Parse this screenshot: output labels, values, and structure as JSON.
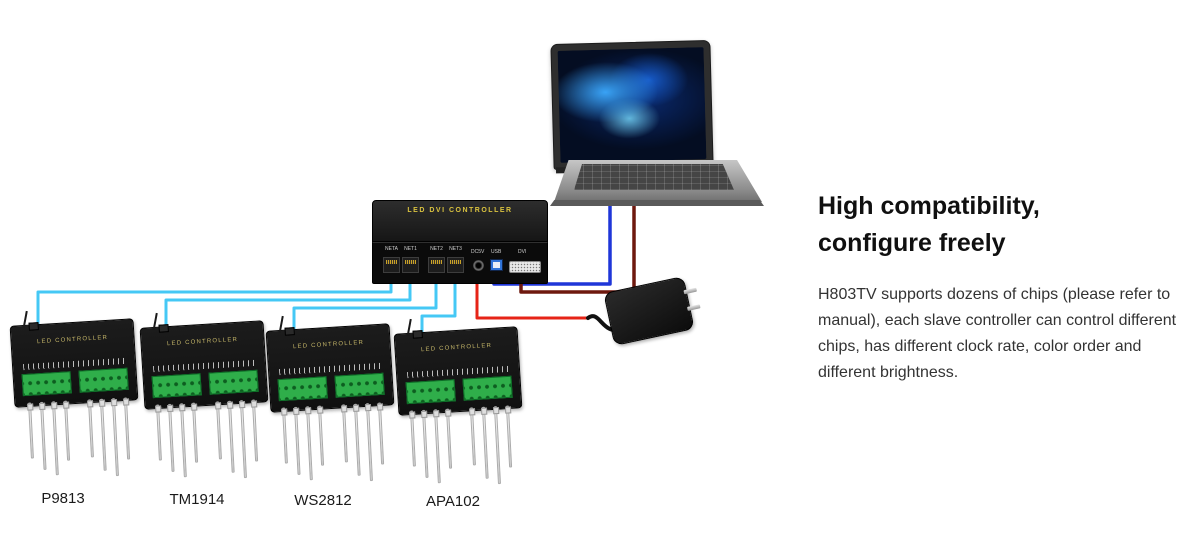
{
  "heading": {
    "line1": "High compatibility,",
    "line2": "configure freely"
  },
  "description": "H803TV supports dozens of chips (please refer to manual), each slave controller can control different chips, has different clock rate, color order and different brightness.",
  "master": {
    "label": "LED DVI CONTROLLER",
    "port_labels": [
      "NETA",
      "NET1",
      "NET2",
      "NET3"
    ],
    "io_labels": [
      "DC5V",
      "USB",
      "DVI"
    ]
  },
  "slaves": [
    {
      "label": "LED CONTROLLER",
      "name": "P9813"
    },
    {
      "label": "LED CONTROLLER",
      "name": "TM1914"
    },
    {
      "label": "LED CONTROLLER",
      "name": "WS2812"
    },
    {
      "label": "LED CONTROLLER",
      "name": "APA102"
    }
  ],
  "colors": {
    "wire_data": "#45c8f5",
    "wire_usb": "#1f36d8",
    "wire_dvi": "#6e180e",
    "wire_power": "#e62417",
    "cord_black": "#111111"
  }
}
